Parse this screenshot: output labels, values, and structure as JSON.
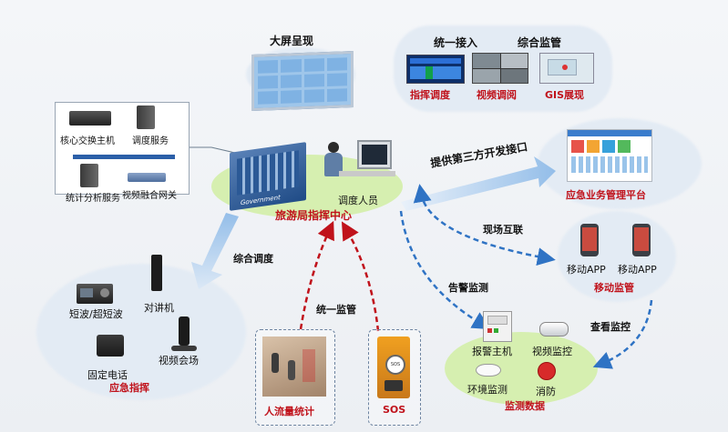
{
  "big_screen": {
    "label": "大屏呈现"
  },
  "top_right": {
    "unified_access": "统一接入",
    "integrated_monitor": "综合监管",
    "dispatch": "指挥调度",
    "video": "视频调阅",
    "gis": "GIS展现"
  },
  "server_panel": {
    "core_switch": "核心交换主机",
    "dispatch_service": "调度服务",
    "stats_service": "统计分析服务",
    "video_gateway": "视频融合网关"
  },
  "center": {
    "dispatcher": "调度人员",
    "command_center": "旅游局指挥中心",
    "building_sign": "Government"
  },
  "third_party": {
    "open_interface": "提供第三方开发接口",
    "platform": "应急业务管理平台"
  },
  "mobile": {
    "onsite_link": "现场互联",
    "app1": "移动APP",
    "app2": "移动APP",
    "title": "移动监管",
    "view_monitor": "查看监控"
  },
  "alarm": {
    "alarm_monitor": "告警监测",
    "alarm_host": "报警主机",
    "video_monitor": "视频监控",
    "env_monitor": "环境监测",
    "fire": "消防",
    "title": "监测数据"
  },
  "dispatch": {
    "integrated_dispatch": "综合调度",
    "unified_supervision": "统一监管"
  },
  "emergency": {
    "shortwave": "短波/超短波",
    "walkie": "对讲机",
    "fixed_phone": "固定电话",
    "video_conf": "视频会场",
    "title": "应急指挥"
  },
  "bottom": {
    "people_flow": "人流量统计",
    "sos": "SOS",
    "sos_device_label": "SOS"
  },
  "colors": {
    "red": "#c0121b",
    "blue_arrow": "#2f73c4",
    "cloud": "#dfe8f2",
    "green": "#d6efb0"
  }
}
